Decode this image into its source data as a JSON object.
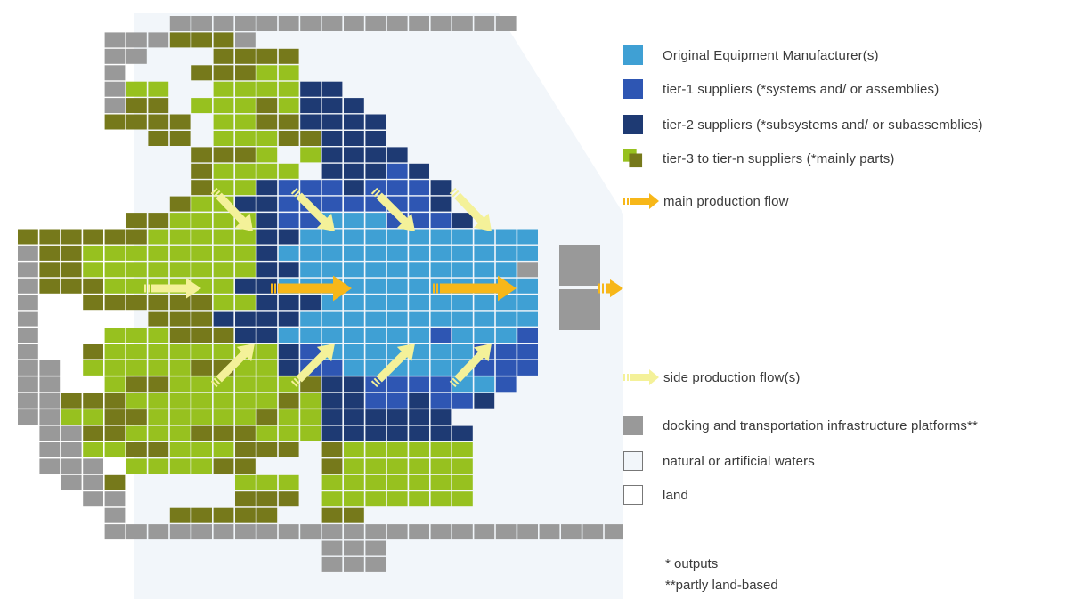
{
  "colors": {
    "oem": "#3fa0d4",
    "tier1": "#2e56b3",
    "tier2": "#1e3a73",
    "tier3_light": "#97c11f",
    "tier3_dark": "#76791b",
    "platform": "#999999",
    "main_flow": "#f7b719",
    "side_flow": "#f4f199",
    "water": "#f2f6fa",
    "land": "#ffffff"
  },
  "legend": {
    "oem": "Original Equipment Manufacturer(s)",
    "tier1": "tier-1 suppliers (*systems and/ or assemblies)",
    "tier2": "tier-2 suppliers (*subsystems and/ or subassemblies)",
    "tier3": "tier-3 to tier-n suppliers (*mainly parts)",
    "main_flow": "main production flow",
    "side_flow": "side production flow(s)",
    "platforms": "docking and transportation infrastructure platforms**",
    "waters": "natural or artificial waters",
    "land": "land"
  },
  "notes": {
    "outputs": "*  outputs",
    "land_based": "**partly land-based"
  }
}
